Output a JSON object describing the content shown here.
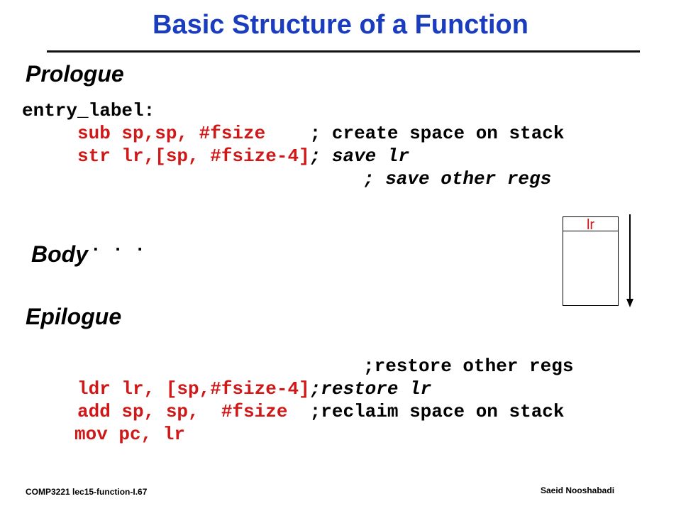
{
  "title": "Basic Structure of a Function",
  "prologue": {
    "heading": "Prologue",
    "label": "entry_label:",
    "line1_instr": "sub sp,sp, #fsize    ",
    "line1_comment": "; create space on stack",
    "line2_instr": "str lr,[sp, #fsize-4]",
    "line2_comment": "; save lr",
    "line3_comment": "; save other regs"
  },
  "body": {
    "heading": "Body",
    "dots": ". . ."
  },
  "epilogue": {
    "heading": "Epilogue",
    "line0_comment": ";restore other regs",
    "line1_instr": "ldr lr, [sp,#fsize-4]",
    "line1_comment": ";restore lr",
    "line2_instr": "add sp, sp,  #fsize  ",
    "line2_comment": ";reclaim space on stack",
    "line3_instr": "mov pc, lr"
  },
  "stack_diagram": {
    "slot_label": "lr"
  },
  "footer": {
    "left": "COMP3221  lec15-function-I.67",
    "right": "Saeid Nooshabadi"
  },
  "colors": {
    "title": "#1a3dbf",
    "code": "#d01818",
    "text": "#000000"
  }
}
